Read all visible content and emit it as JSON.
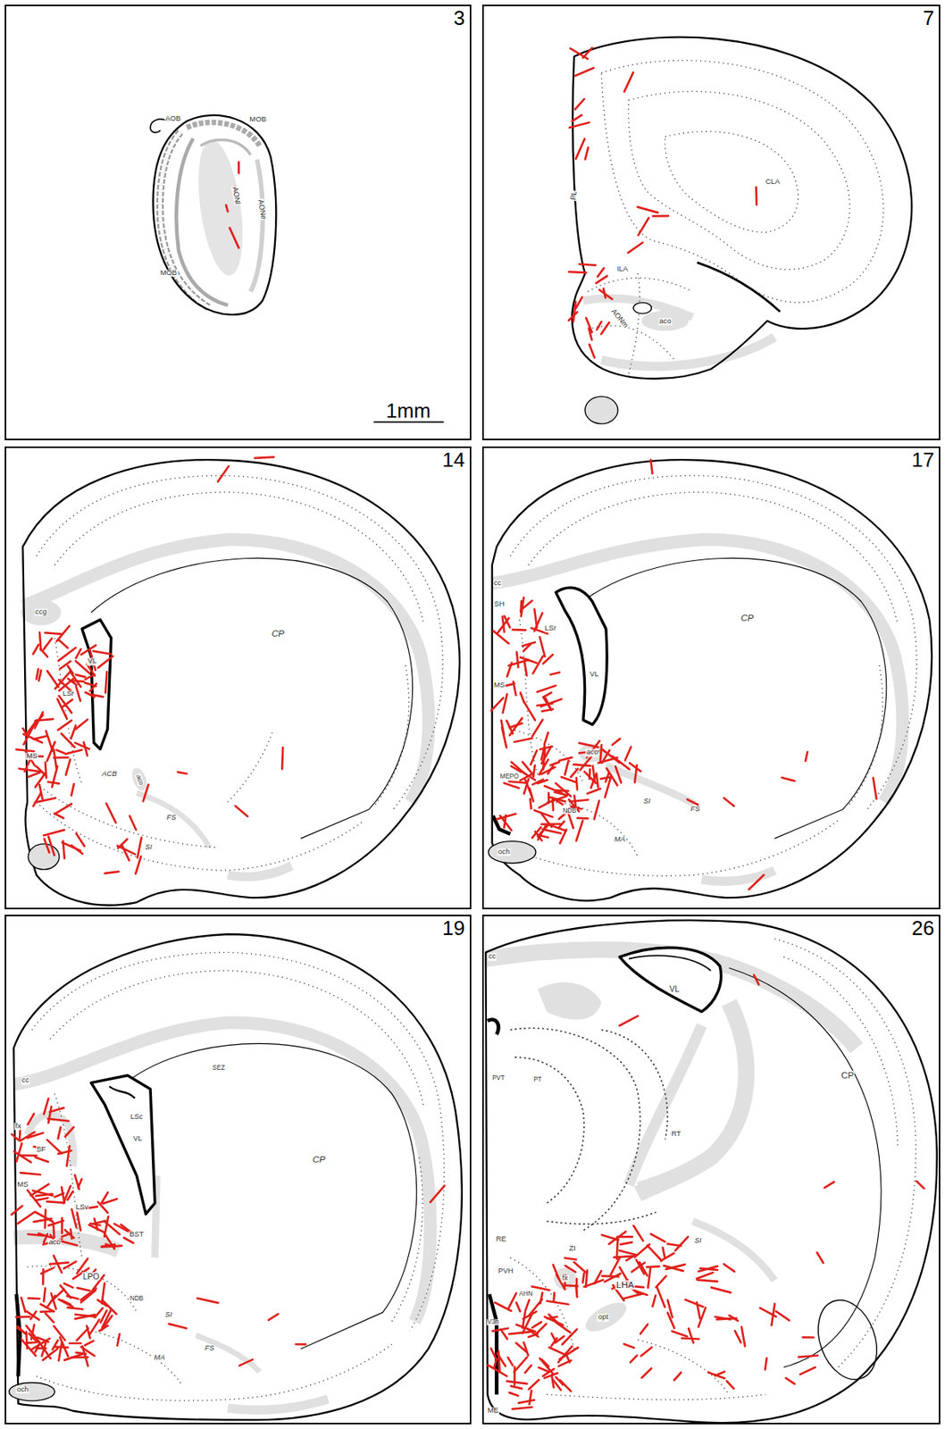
{
  "diagram": {
    "nodes": [
      {
        "text": [
          "3"
        ]
      },
      {
        "text": [
          "7"
        ]
      },
      {
        "text": [
          "14"
        ]
      },
      {
        "text": [
          "17"
        ]
      },
      {
        "text": [
          "19"
        ]
      },
      {
        "text": [
          "26"
        ]
      }
    ],
    "labels": [
      "AOB",
      "MOB",
      "AONl",
      "AONe",
      "MOB",
      "1mm",
      "PL",
      "CLA",
      "ILA",
      "AONm",
      "aco",
      "ccg",
      "VL",
      "LSr",
      "CP",
      "MS",
      "ACB",
      "aco",
      "FS",
      "SI",
      "cc",
      "SH",
      "LSr",
      "VL",
      "MS",
      "CP",
      "aco",
      "MEPO",
      "SI",
      "NDB",
      "FS",
      "MA",
      "och",
      "cc",
      "SEZ",
      "fx",
      "LSc",
      "SF",
      "VL",
      "MS",
      "LSv",
      "CP",
      "aco",
      "BST",
      "LPO",
      "NDB",
      "SI",
      "FS",
      "MA",
      "och",
      "cc",
      "VL",
      "PVT",
      "PT",
      "RT",
      "CP",
      "RE",
      "ZI",
      "PVH",
      "fx",
      "AHN",
      "LHA",
      "SI",
      "V3h",
      "opt",
      "ME"
    ]
  }
}
